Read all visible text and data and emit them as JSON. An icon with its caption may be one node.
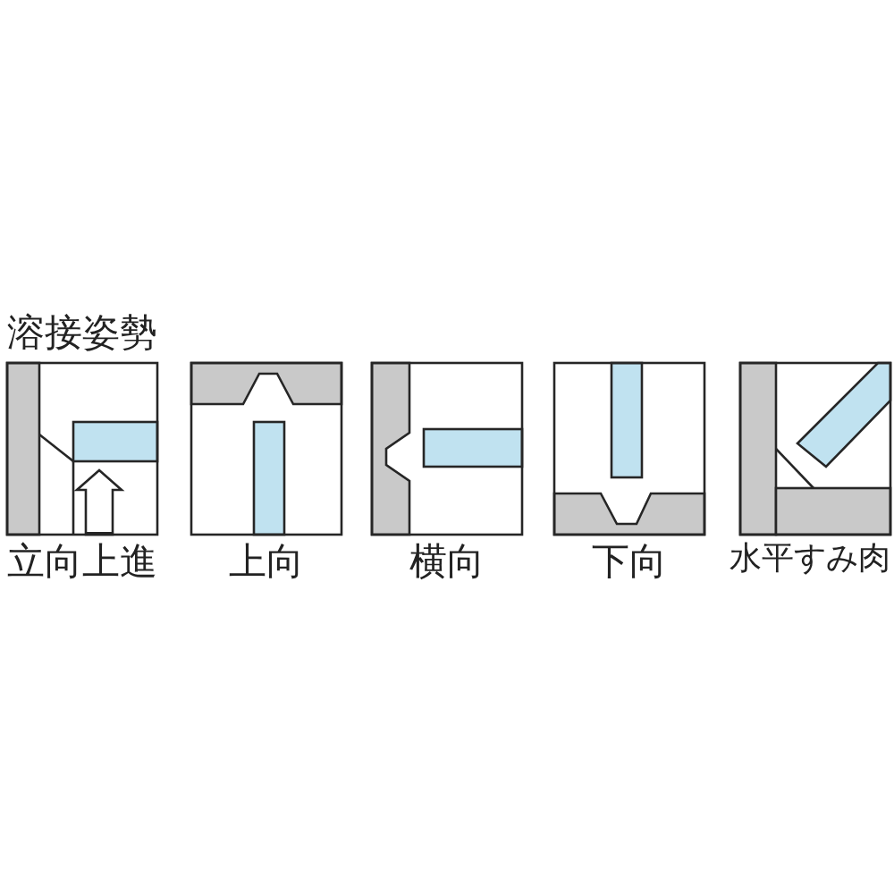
{
  "diagram": {
    "title": "溶接姿勢",
    "labels": [
      "立向上進",
      "上向",
      "横向",
      "下向",
      "水平すみ肉"
    ]
  }
}
